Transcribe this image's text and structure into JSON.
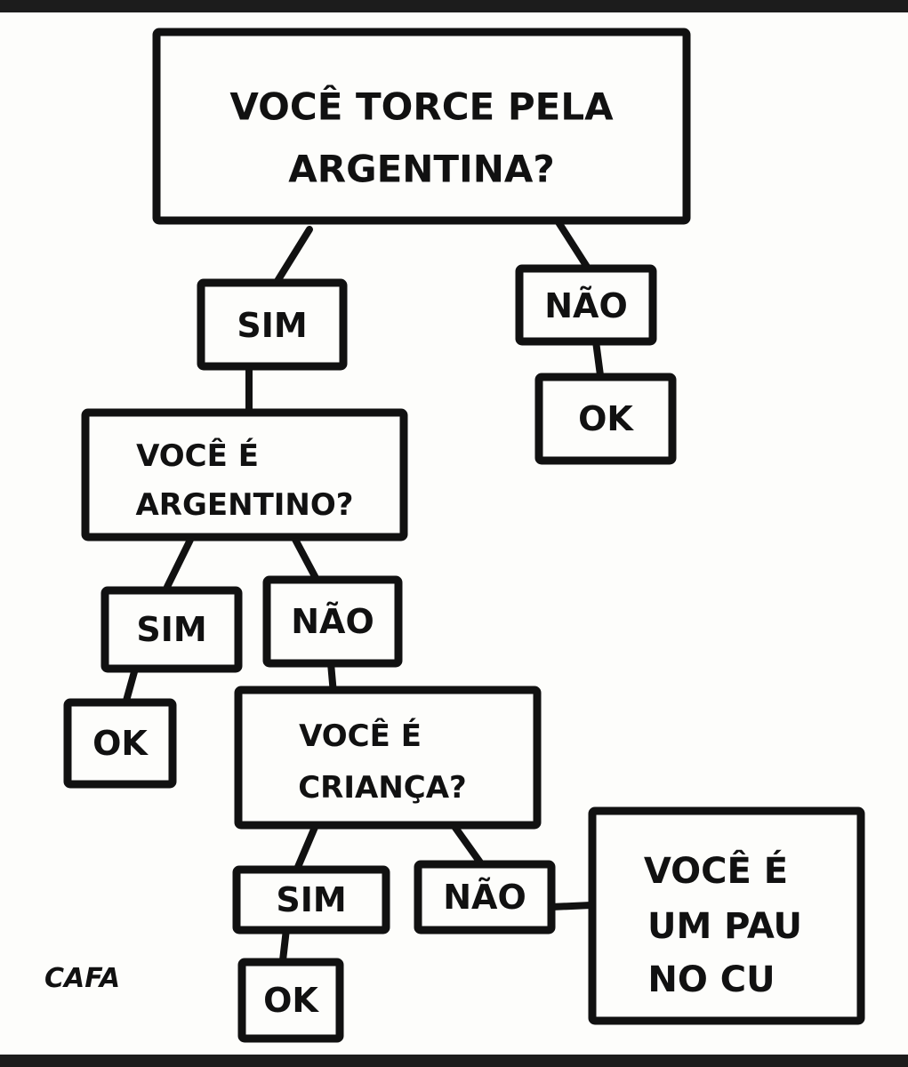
{
  "flowchart": {
    "q1": {
      "line1": "VOCÊ TORCE PELA",
      "line2": "ARGENTINA?"
    },
    "q1_yes": "SIM",
    "q1_no": "NÃO",
    "q1_no_result": "OK",
    "q2": {
      "line1": "VOCÊ É",
      "line2": "ARGENTINO?"
    },
    "q2_yes": "SIM",
    "q2_yes_result": "OK",
    "q2_no": "NÃO",
    "q3": {
      "line1": "VOCÊ É",
      "line2": "CRIANÇA?"
    },
    "q3_yes": "SIM",
    "q3_yes_result": "OK",
    "q3_no": "NÃO",
    "final": {
      "line1": "VOCÊ É",
      "line2": "UM PAU",
      "line3": "NO CU"
    }
  },
  "signature": "CAFA"
}
